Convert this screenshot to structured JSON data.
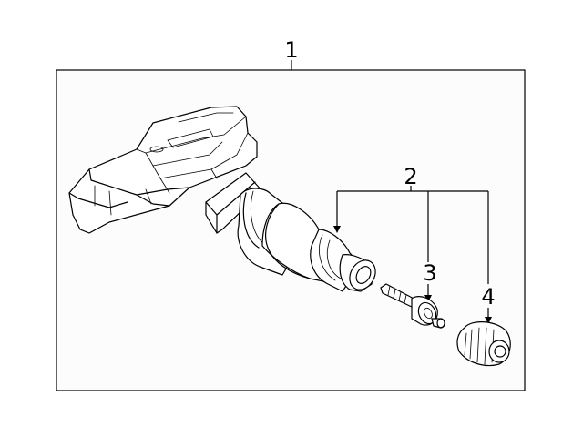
{
  "callouts": {
    "assembly": "1",
    "valve_kit": "2",
    "valve_core": "3",
    "valve_cap": "4"
  },
  "colors": {
    "line": "#000000",
    "frame_fill": "#fcfcfc",
    "background": "#ffffff"
  }
}
